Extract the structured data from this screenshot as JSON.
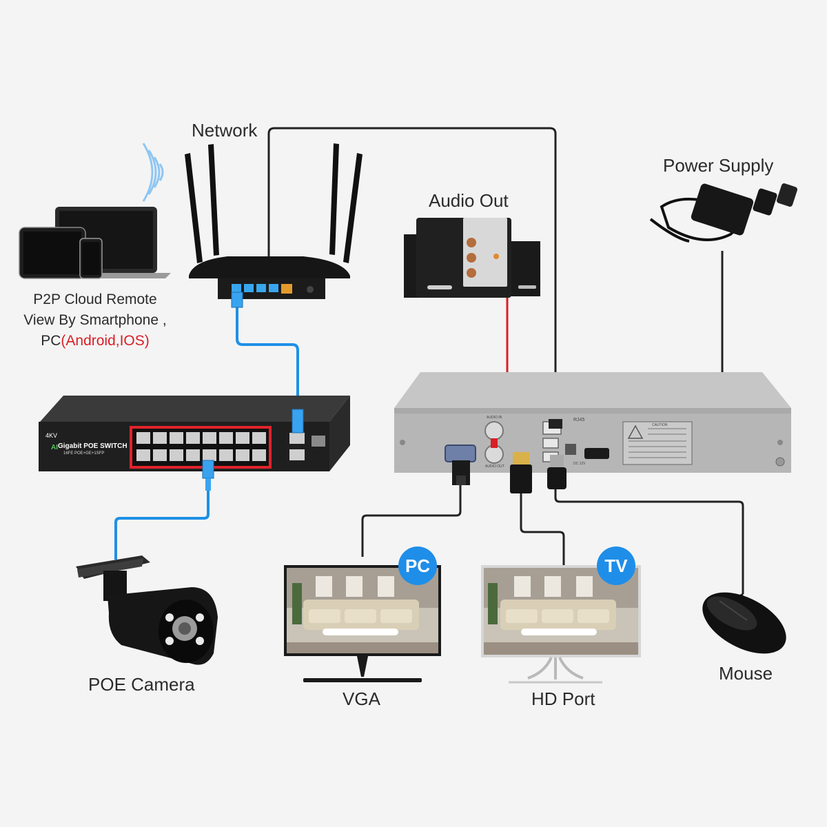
{
  "labels": {
    "network": "Network",
    "audio_out": "Audio Out",
    "power_supply": "Power Supply",
    "p2p_line1": "P2P Cloud Remote",
    "p2p_line2": "View By Smartphone ,",
    "p2p_line3_prefix": "PC",
    "p2p_line3_red": "(Android,IOS)",
    "poe_camera": "POE Camera",
    "vga": "VGA",
    "hd_port": "HD Port",
    "mouse": "Mouse"
  },
  "badges": {
    "pc": "PC",
    "tv": "TV"
  },
  "switch": {
    "brand": "4KV",
    "title": "Gigabit POE SWITCH",
    "subtitle": "16FE POE+GE+1SFP"
  },
  "nvr_ports": {
    "rj45": "RJ45",
    "audio_in": "AUDIO IN",
    "audio_out": "AUDIO OUT",
    "caution": "CAUTION",
    "dc": "DC 12V"
  },
  "colors": {
    "network_cable": "#1e90e6",
    "audio_cable": "#d81f26",
    "video_cable": "#222222",
    "badge": "#1f8ee8",
    "device_dark": "#1c1c1c",
    "nvr_body": "#b4b4b4",
    "switch_ports_frame": "#e0232b"
  },
  "icons": [
    "wifi-icon",
    "laptop-icon",
    "tablet-icon",
    "phone-icon",
    "router-icon",
    "speaker-icon",
    "power-adapter-icon",
    "poe-switch-icon",
    "nvr-icon",
    "camera-icon",
    "monitor-icon",
    "tv-icon",
    "mouse-icon"
  ]
}
